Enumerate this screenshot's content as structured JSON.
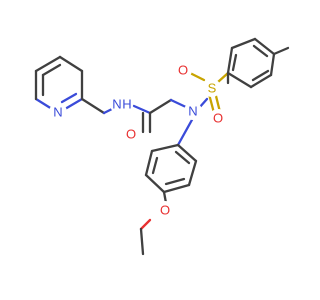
{
  "atoms": {
    "pyridine_n": {
      "symbol": "N",
      "color": "#3a4bd9"
    },
    "amide_n_h": {
      "symbol": "N",
      "sub": "H",
      "color": "#3a4bd9"
    },
    "amide_o": {
      "symbol": "O",
      "color": "#e83030"
    },
    "sulfonamide_n": {
      "symbol": "N",
      "color": "#3a4bd9"
    },
    "sulfur": {
      "symbol": "S",
      "color": "#c8a400"
    },
    "sulfonyl_o_left": {
      "symbol": "O",
      "color": "#e83030"
    },
    "sulfonyl_o_right": {
      "symbol": "O",
      "color": "#e83030"
    },
    "ether_o": {
      "symbol": "O",
      "color": "#e83030"
    }
  },
  "colors": {
    "bond": "#404040",
    "nitrogen": "#3a4bd9",
    "oxygen": "#e83030",
    "sulfur": "#c8a400",
    "background": "#ffffff"
  }
}
